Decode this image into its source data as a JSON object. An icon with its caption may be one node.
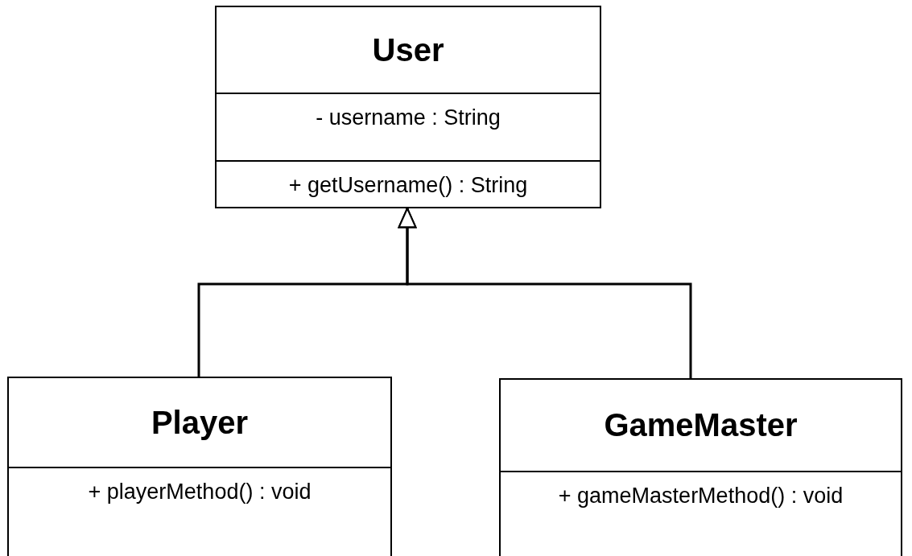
{
  "diagram": {
    "nodes": [
      {
        "text": [
          "User",
          "- username : String",
          "+ getUsername() : String"
        ]
      },
      {
        "text": [
          "Player",
          "+ playerMethod() : void"
        ]
      },
      {
        "text": [
          "GameMaster",
          "+ gameMasterMethod() : void"
        ]
      }
    ],
    "edges": [
      {
        "from": 1,
        "to": 0,
        "arrow": "to"
      },
      {
        "from": 2,
        "to": 0,
        "arrow": "to"
      }
    ]
  }
}
